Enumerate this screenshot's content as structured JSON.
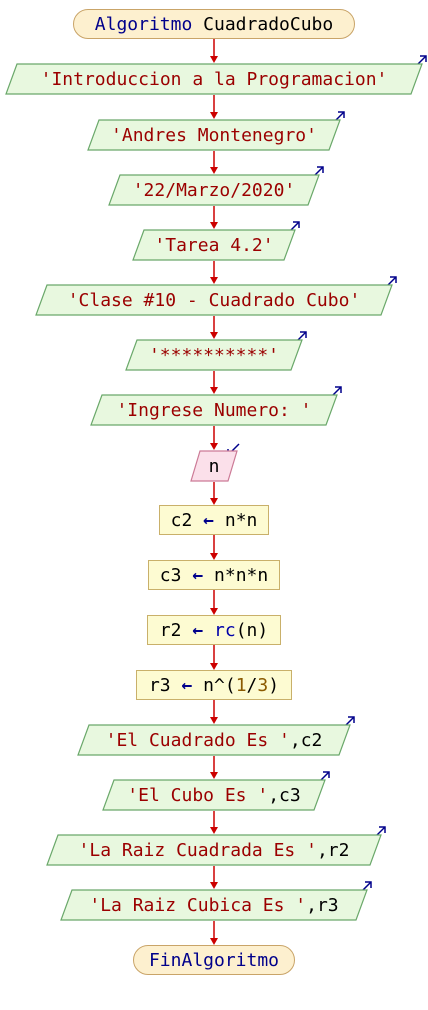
{
  "start": {
    "keyword": "Algoritmo",
    "name": "CuadradoCubo"
  },
  "end": {
    "keyword": "FinAlgoritmo"
  },
  "outputs_head": [
    "'Introduccion a la Programacion'",
    "'Andres Montenegro'",
    "'22/Marzo/2020'",
    "'Tarea 4.2'",
    "'Clase #10 - Cuadrado Cubo'",
    "'**********'",
    "'Ingrese Numero: '"
  ],
  "input": {
    "var": "n"
  },
  "assignments": [
    {
      "target": "c2",
      "arrow": "←",
      "expr": [
        {
          "t": "n",
          "c": "id"
        },
        {
          "t": "*",
          "c": "op"
        },
        {
          "t": "n",
          "c": "id"
        }
      ]
    },
    {
      "target": "c3",
      "arrow": "←",
      "expr": [
        {
          "t": "n",
          "c": "id"
        },
        {
          "t": "*",
          "c": "op"
        },
        {
          "t": "n",
          "c": "id"
        },
        {
          "t": "*",
          "c": "op"
        },
        {
          "t": "n",
          "c": "id"
        }
      ]
    },
    {
      "target": "r2",
      "arrow": "←",
      "expr": [
        {
          "t": "rc",
          "c": "fn"
        },
        {
          "t": "(",
          "c": "op"
        },
        {
          "t": "n",
          "c": "id"
        },
        {
          "t": ")",
          "c": "op"
        }
      ]
    },
    {
      "target": "r3",
      "arrow": "←",
      "expr": [
        {
          "t": "n",
          "c": "id"
        },
        {
          "t": "^(",
          "c": "op"
        },
        {
          "t": "1",
          "c": "num"
        },
        {
          "t": "/",
          "c": "op"
        },
        {
          "t": "3",
          "c": "num"
        },
        {
          "t": ")",
          "c": "op"
        }
      ]
    }
  ],
  "outputs_tail": [
    {
      "str": "'El Cuadrado Es '",
      "var": ",c2"
    },
    {
      "str": "'El Cubo Es '",
      "var": ",c3"
    },
    {
      "str": "'La Raiz Cuadrada Es '",
      "var": ",r2"
    },
    {
      "str": "'La Raiz Cubica Es '",
      "var": ",r3"
    }
  ],
  "colors": {
    "arrow": "#cc0000",
    "io_fill": "#e8f8df",
    "io_stroke": "#6aa86a",
    "input_fill": "#fbe0ea",
    "input_stroke": "#cc7a96",
    "corner_arrow": "#00008b"
  }
}
